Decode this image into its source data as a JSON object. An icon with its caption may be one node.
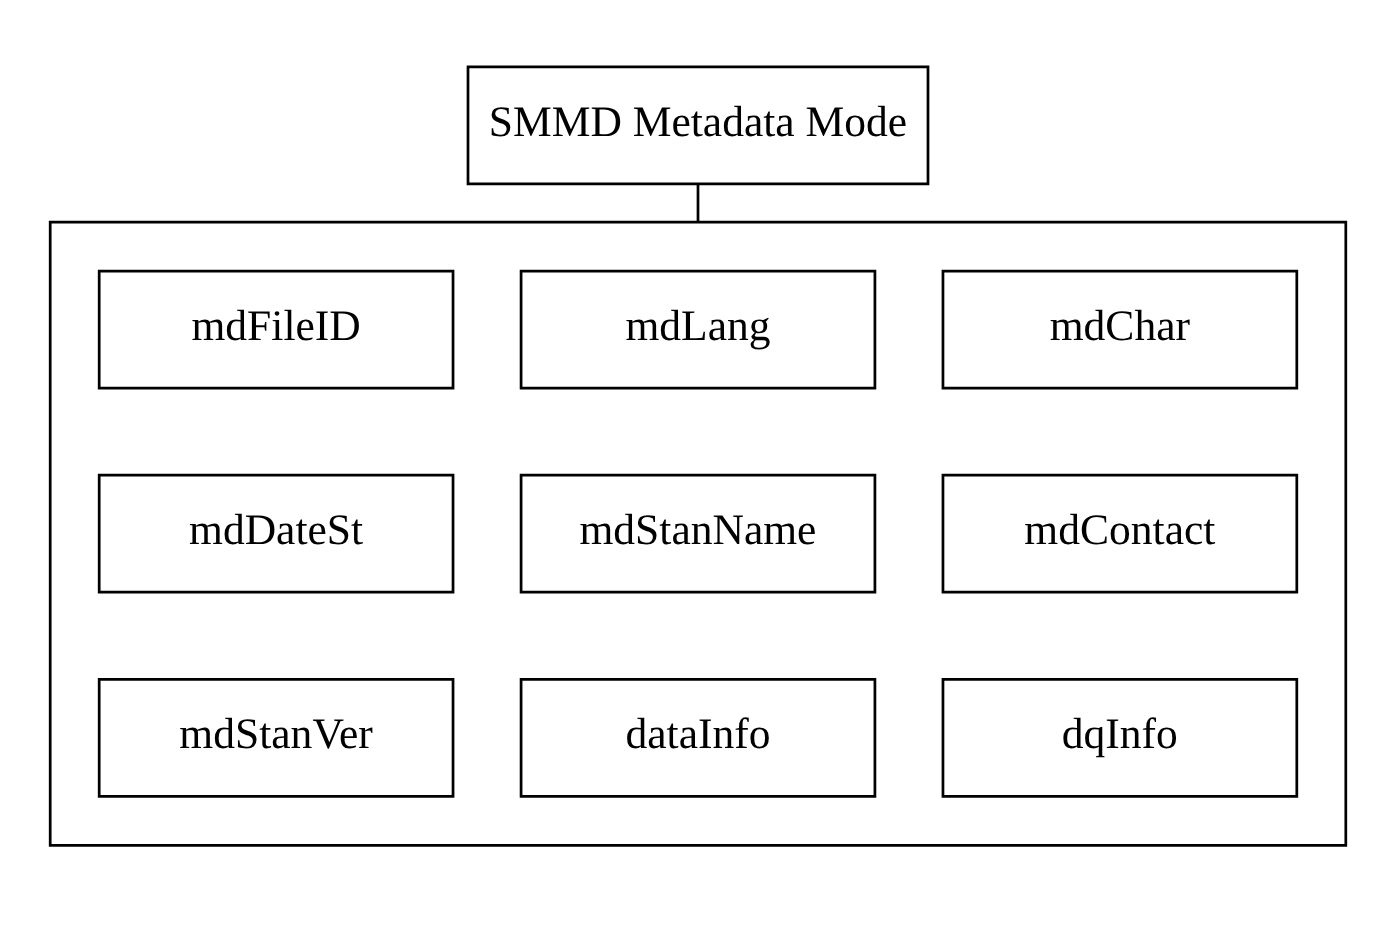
{
  "diagram": {
    "nodes": [
      {
        "text": [
          "SMMD Metadata Mode"
        ]
      },
      {
        "text": [],
        "shape": "box"
      },
      {
        "text": [
          "mdFileID"
        ],
        "in": 1
      },
      {
        "text": [
          "mdLang"
        ],
        "in": 1
      },
      {
        "text": [
          "mdChar"
        ],
        "in": 1
      },
      {
        "text": [
          "mdDateSt"
        ],
        "in": 1
      },
      {
        "text": [
          "mdStanName"
        ],
        "in": 1
      },
      {
        "text": [
          "mdContact"
        ],
        "in": 1
      },
      {
        "text": [
          "mdStanVer"
        ],
        "in": 1
      },
      {
        "text": [
          "dataInfo"
        ],
        "in": 1
      },
      {
        "text": [
          "dqInfo"
        ],
        "in": 1
      }
    ],
    "edges": [
      {
        "from": 0,
        "to": 1,
        "arrow": "none"
      }
    ]
  }
}
